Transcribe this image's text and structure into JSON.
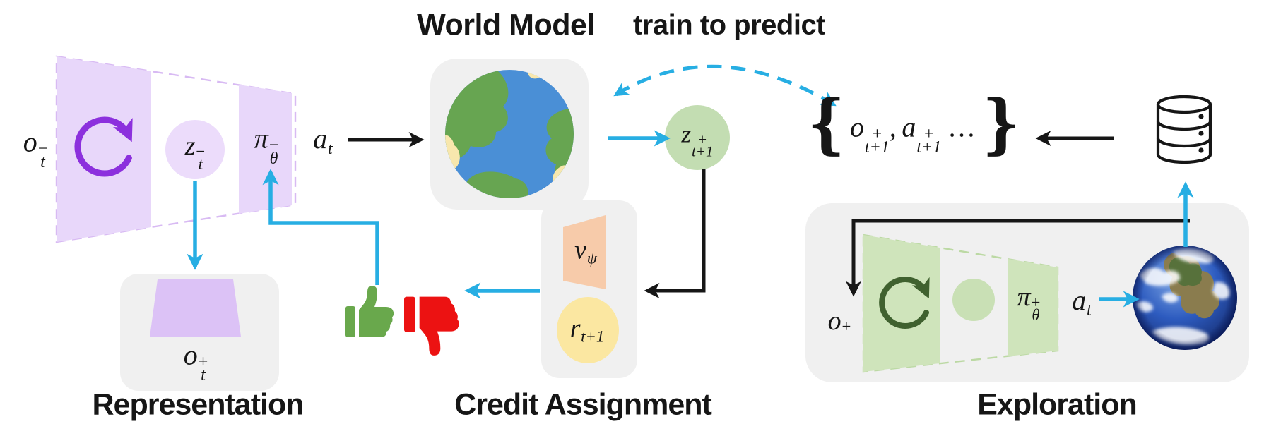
{
  "colors": {
    "ink": "#161616",
    "cyan": "#27AEE3",
    "purple": "#8C30DD",
    "lavender": "#E8D7FA",
    "lavendercircle": "#ECDCFB",
    "lavenderdecoder": "#DCC2F6",
    "lavenderdash": "#D8BAF3",
    "panel": "#F0F0F0",
    "sea": "#4A8FD6",
    "land": "#67A551",
    "sand": "#F8E7AD",
    "zplus": "#C3DDB2",
    "peach": "#F7CBAA",
    "reward": "#FBE7A1",
    "thumbgreen": "#69A84C",
    "thumbred": "#EC1212",
    "greenfill": "#CFE4BB",
    "greendash": "#BCD9A4",
    "greencircle": "#C9E0B5",
    "darkgreen": "#40612F",
    "earthsea1": "#7FA8E6",
    "earthsea2": "#2D5BBF",
    "earthsea3": "#0E1D55",
    "earthland": "#8A7C4E",
    "earthgreen": "#51703A"
  },
  "icons": {
    "cycle_arrow": "circular recurrent-state arrow",
    "globe_cartoon": "cartoon world globe",
    "earth_photo": "photographic planet earth",
    "database": "replay-buffer database cylinder",
    "thumbs_up": "green thumbs up",
    "thumbs_down": "red thumbs down"
  },
  "sections": {
    "representation": {
      "label": "Representation",
      "input": {
        "base": "o",
        "sub": "t",
        "sup": "−"
      },
      "latent": {
        "base": "z",
        "sub": "t",
        "sup": "−"
      },
      "policy": {
        "base": "π",
        "sub": "θ",
        "sup": "−"
      },
      "action": {
        "base": "a",
        "sub": "t"
      },
      "decoded": {
        "base": "o",
        "sub": "t",
        "sup": "+"
      }
    },
    "world_model": {
      "title": "World Model",
      "train_caption": "train to predict",
      "next_latent": {
        "base": "z",
        "sub": "t+1",
        "sup": "+"
      }
    },
    "credit": {
      "label": "Credit Assignment",
      "value": {
        "base": "v",
        "sub": "ψ"
      },
      "reward": {
        "base": "r",
        "sub": "t+1"
      }
    },
    "replay_set": {
      "open": "{",
      "obs": {
        "base": "o",
        "sub": "t+1",
        "sup": "+"
      },
      "comma": ",",
      "act": {
        "base": "a",
        "sub": "t+1",
        "sup": "+"
      },
      "dots": "…",
      "close": "}"
    },
    "exploration": {
      "label": "Exploration",
      "obs": {
        "base": "o",
        "sup": "+"
      },
      "policy": {
        "base": "π",
        "sub": "θ",
        "sup": "+"
      },
      "action": {
        "base": "a",
        "sub": "t"
      }
    }
  }
}
